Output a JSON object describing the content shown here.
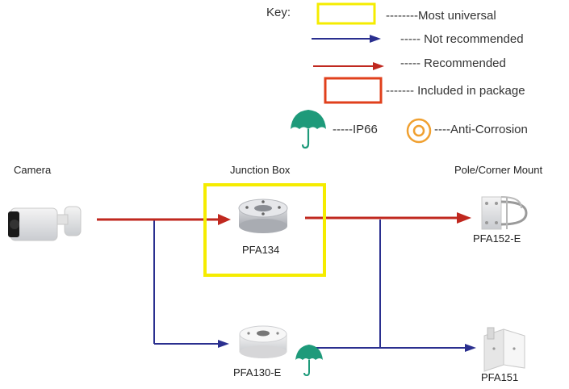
{
  "key": {
    "title": "Key:",
    "most_universal": "--------Most universal",
    "not_recommended": "----- Not recommended",
    "recommended": "----- Recommended",
    "included": "------- Included in package",
    "ip66": "-----IP66",
    "anti_corrosion": "----Anti-Corrosion"
  },
  "columns": {
    "camera": "Camera",
    "junction_box": "Junction Box",
    "mount": "Pole/Corner Mount"
  },
  "devices": {
    "pfa134": "PFA134",
    "pfa130e": "PFA130-E",
    "pfa152e": "PFA152-E",
    "pfa151": "PFA151"
  },
  "colors": {
    "most_universal": "#f5ec00",
    "not_recommended": "#2a2f8f",
    "recommended": "#c0281f",
    "included": "#e0401c",
    "ip66": "#1e9a7a",
    "anti_corrosion": "#f0a030"
  }
}
